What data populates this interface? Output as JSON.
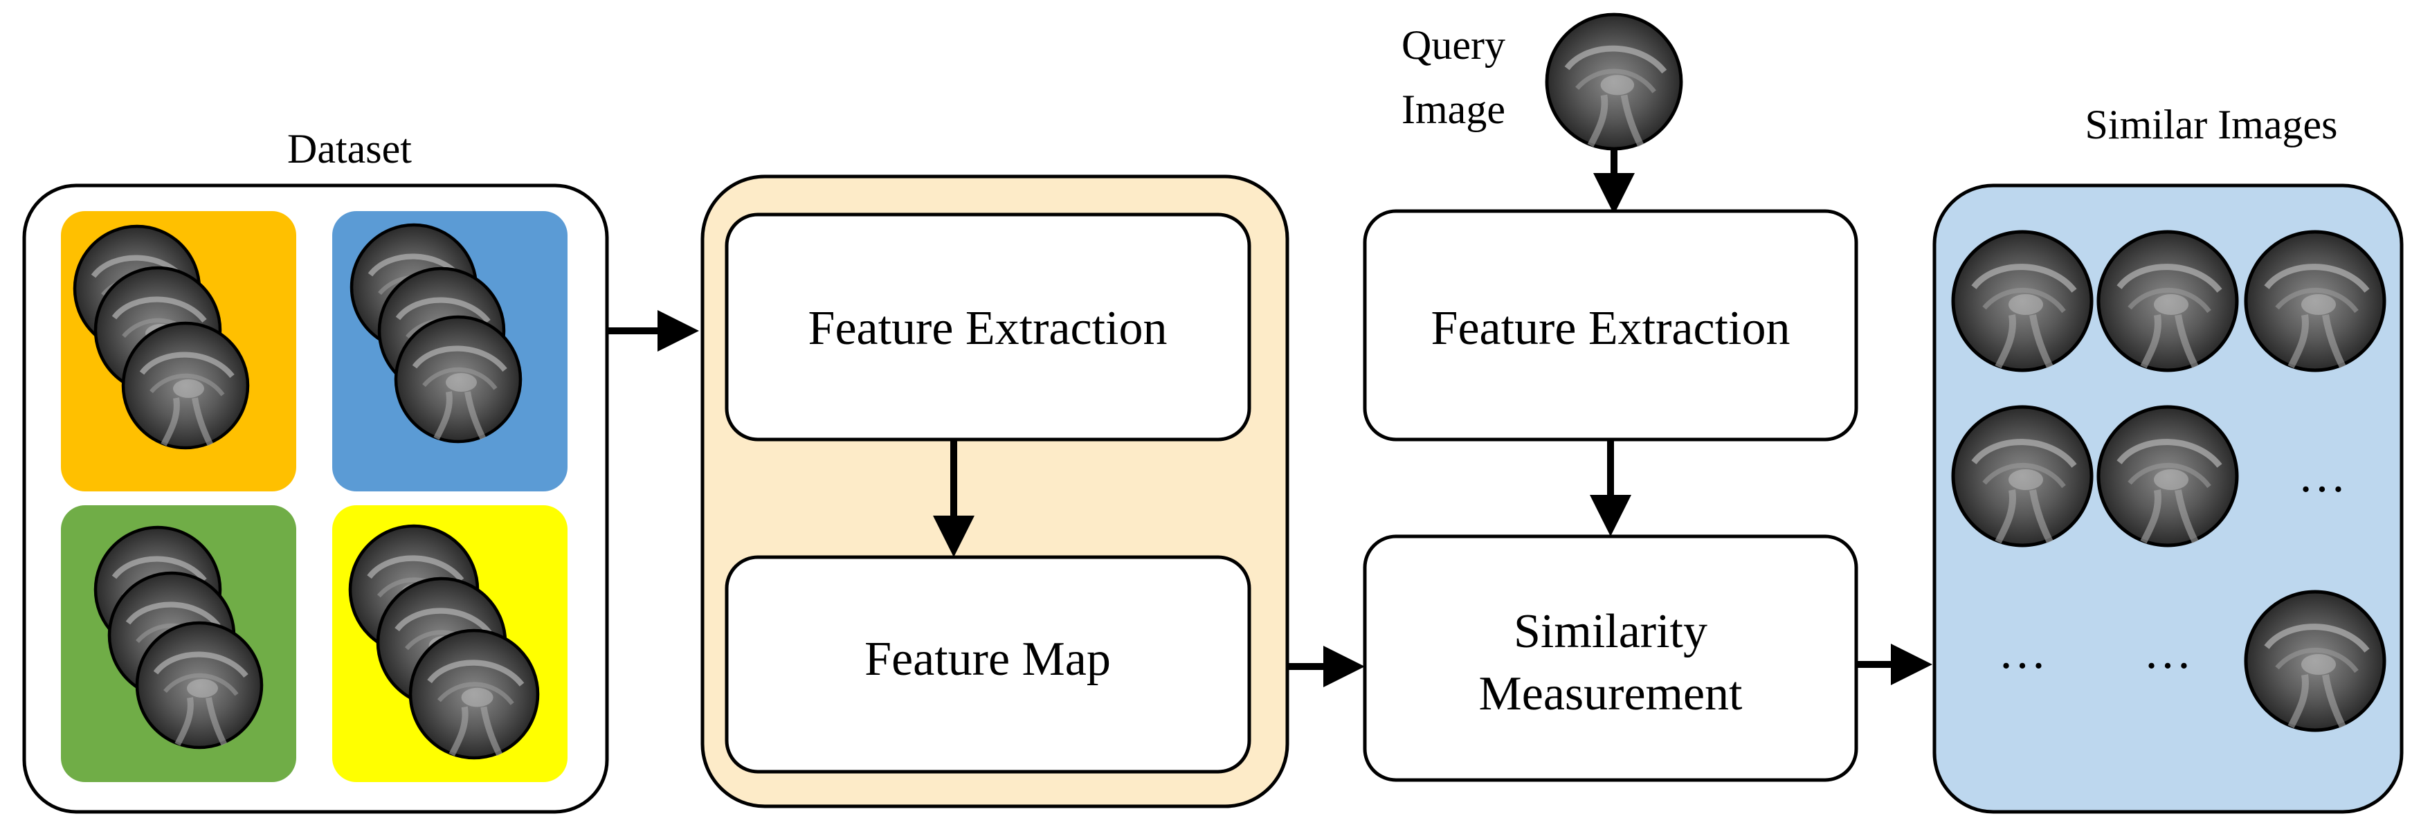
{
  "labels": {
    "dataset": "Dataset",
    "query_line1": "Query",
    "query_line2": "Image",
    "similar_images": "Similar Images",
    "left_feature_extraction": "Feature Extraction",
    "feature_map": "Feature Map",
    "right_feature_extraction": "Feature Extraction",
    "similarity_line1": "Similarity",
    "similarity_line2": "Measurement",
    "ellipsis": "…"
  },
  "colors": {
    "dataset_tile_1": "#FFC000",
    "dataset_tile_2": "#5B9BD5",
    "dataset_tile_3": "#70AD47",
    "dataset_tile_4": "#FFFF00",
    "feature_panel": "#FDEBC8",
    "results_panel": "#BDD7EE",
    "box_fill": "#FFFFFF",
    "stroke": "#000000"
  },
  "icons": {
    "scan": "ultrasound-scan-icon"
  }
}
